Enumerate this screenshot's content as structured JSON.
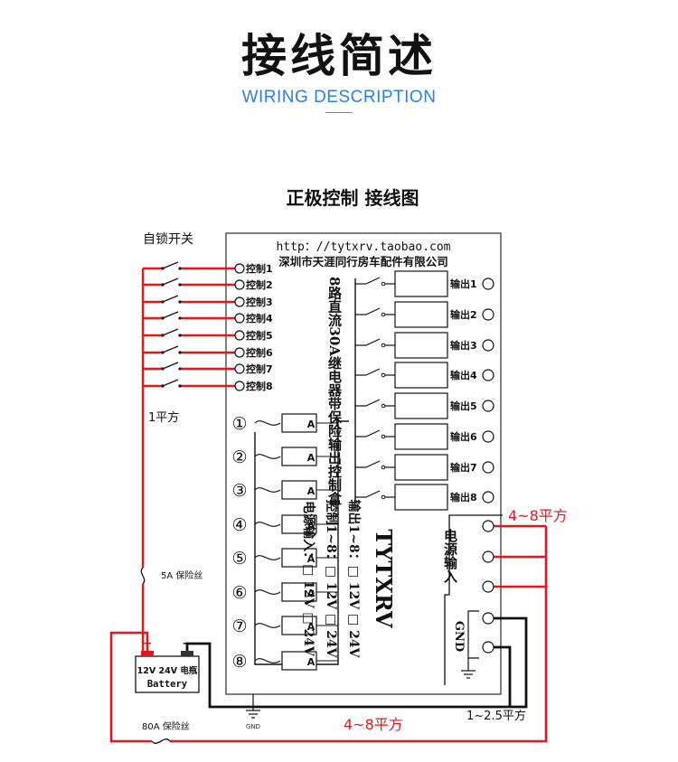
{
  "header": {
    "title": "接线简述",
    "subtitle": "WIRING DESCRIPTION"
  },
  "diagram": {
    "title": "正极控制  接线图",
    "switch_label": "自锁开关",
    "url": "http：//tytxrv.taobao.com",
    "company": "深圳市天涯同行房车配件有限公司",
    "controls": [
      "控制1",
      "控制2",
      "控制3",
      "控制4",
      "控制5",
      "控制6",
      "控制7",
      "控制8"
    ],
    "outputs": [
      "输出1",
      "输出2",
      "输出3",
      "输出4",
      "输出5",
      "输出6",
      "输出7",
      "输出8"
    ],
    "channels": [
      "①",
      "②",
      "③",
      "④",
      "⑤",
      "⑥",
      "⑦",
      "⑧"
    ],
    "fuse_holder_label": "A",
    "vertical_description": "8路直流30A继电器带保险输出控制盒",
    "brand": "TYTXRV",
    "spec_output": "输出1~8：□ 12V □ 24V",
    "spec_control": "控制1~8：□ 12V □ 24V",
    "spec_power": "电源输入：□ 12V □ 24V",
    "power_input_label": "电源输入",
    "gnd_label": "GND",
    "chassis_gnd_label": "GND",
    "wire_1mm": "1平方",
    "wire_4_8_top": "4~8平方",
    "wire_4_8_bottom": "4~8平方",
    "wire_1_2_5": "1~2.5平方",
    "fuse_5a": "5A 保险丝",
    "fuse_80a": "80A 保险丝",
    "battery_voltage": "12V 24V 电瓶",
    "battery_label": "Battery",
    "battery_plus": "+",
    "battery_minus": "−"
  },
  "colors": {
    "wire_red": "#e5171e",
    "label_red": "#e5171e",
    "subtitle_blue": "#2f7fe0",
    "line_black": "#111111"
  }
}
